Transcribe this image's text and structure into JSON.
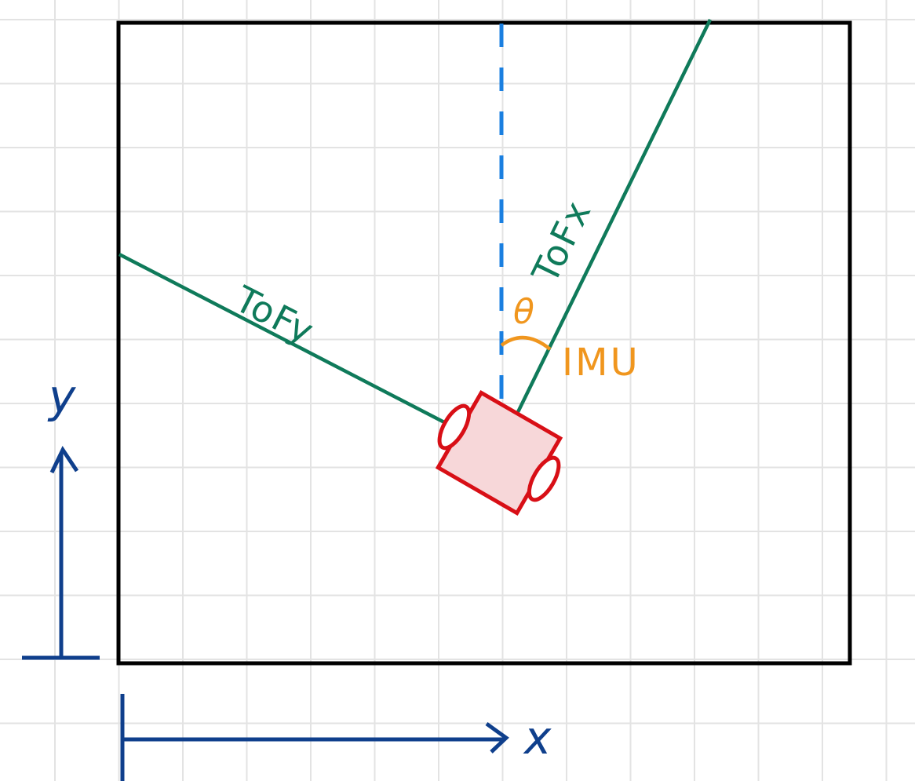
{
  "labels": {
    "tof_y": "ToFy",
    "tof_x": "ToFx",
    "theta": "θ",
    "imu": "IMU",
    "axis_x": "x",
    "axis_y": "y"
  },
  "colors": {
    "background": "#ffffff",
    "grid": "#e3e3e3",
    "wall": "#000000",
    "sensor_beam": "#0f7a5a",
    "heading_ref": "#1a7fe0",
    "robot_stroke": "#d80f16",
    "robot_fill": "#f7d7d9",
    "angle": "#f0961e",
    "axes": "#0f3f8c"
  }
}
